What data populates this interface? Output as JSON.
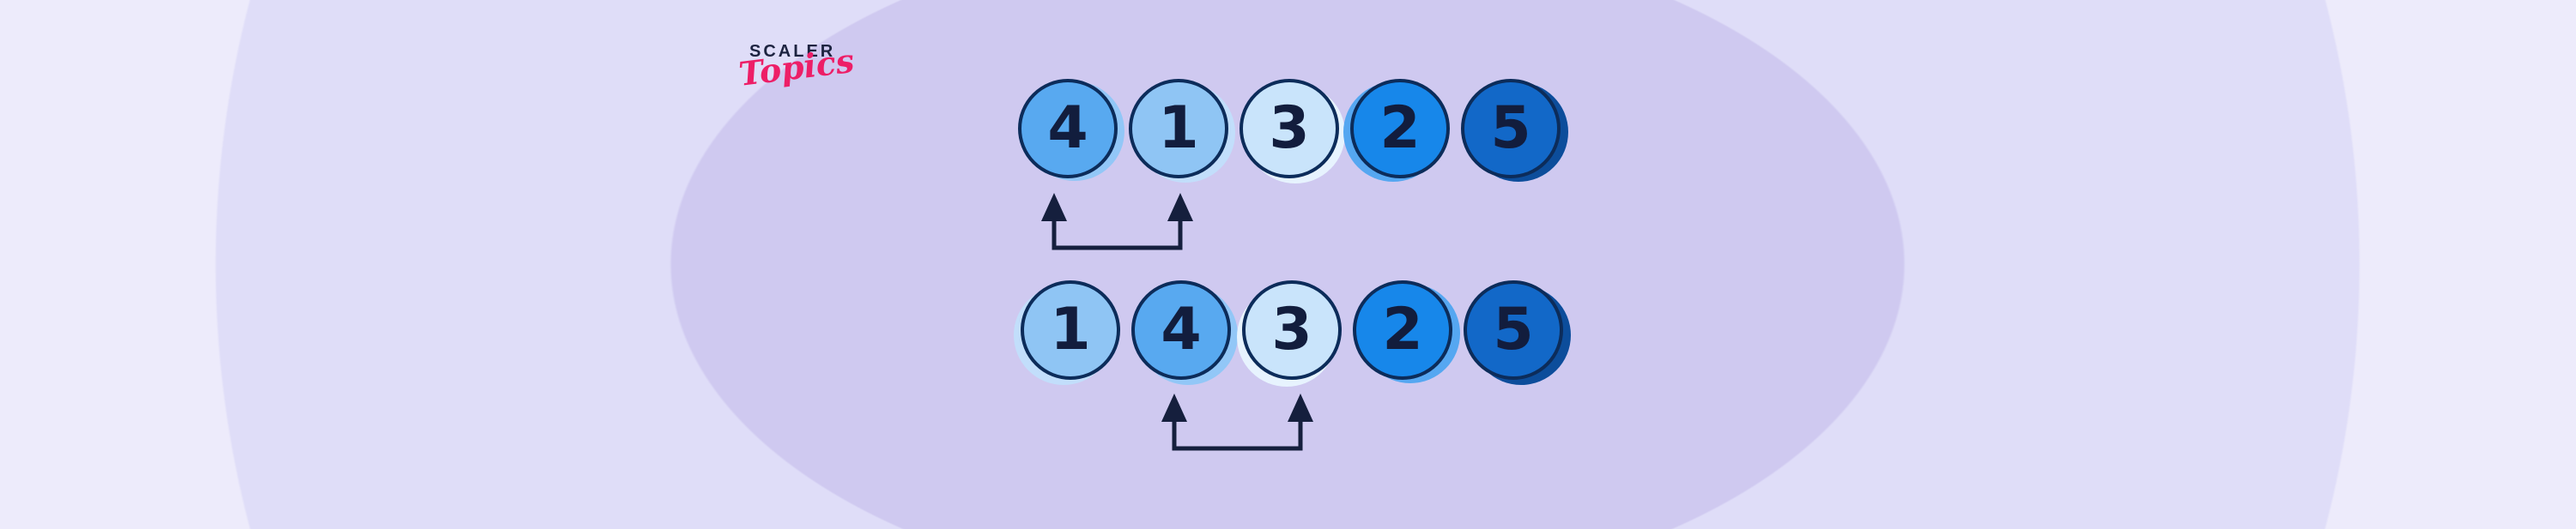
{
  "logo": {
    "brand": "SCALER",
    "sub": "Topics"
  },
  "diagram": {
    "title": "array swap steps illustration",
    "rows": [
      {
        "name": "row-1",
        "values_summary": "4 1 3 2 5",
        "items": [
          {
            "value": "4",
            "shadow_offset": [
              8,
              3
            ]
          },
          {
            "value": "1",
            "shadow_offset": [
              8,
              5
            ]
          },
          {
            "value": "3",
            "shadow_offset": [
              7,
              6
            ]
          },
          {
            "value": "2",
            "shadow_offset": [
              -8,
              4
            ]
          },
          {
            "value": "5",
            "shadow_offset": [
              9,
              4
            ]
          }
        ]
      },
      {
        "name": "row-2",
        "values_summary": "1 4 3 2 5",
        "items": [
          {
            "value": "1",
            "shadow_offset": [
              -8,
              6
            ]
          },
          {
            "value": "4",
            "shadow_offset": [
              8,
              6
            ]
          },
          {
            "value": "3",
            "shadow_offset": [
              -6,
              8
            ]
          },
          {
            "value": "2",
            "shadow_offset": [
              9,
              4
            ]
          },
          {
            "value": "5",
            "shadow_offset": [
              9,
              6
            ]
          }
        ]
      }
    ],
    "arrows": [
      {
        "row": 1,
        "connects": [
          "4",
          "1"
        ],
        "position": "between elements 1 and 2"
      },
      {
        "row": 2,
        "connects": [
          "4",
          "3"
        ],
        "position": "between elements 2 and 3"
      }
    ]
  },
  "value_colors": {
    "1": {
      "fill": "#8fc5f4",
      "shadow": "#c2defb"
    },
    "2": {
      "fill": "#1787ea",
      "shadow": "#55a7f1"
    },
    "3": {
      "fill": "#c9e4fb",
      "shadow": "#e7f3fe"
    },
    "4": {
      "fill": "#58a9f0",
      "shadow": "#92c7f7"
    },
    "5": {
      "fill": "#1268c8",
      "shadow": "#0c4d9b"
    }
  },
  "colors": {
    "background_outer": "#edebfb",
    "background_middle": "#dfddf8",
    "background_inner": "#cfc9f0",
    "circle_ring": "#0c2c5a",
    "digit": "#121d3d",
    "arrow": "#151f3d",
    "logo_brand": "#1d2340",
    "logo_script_pink": "#ed1e67"
  }
}
